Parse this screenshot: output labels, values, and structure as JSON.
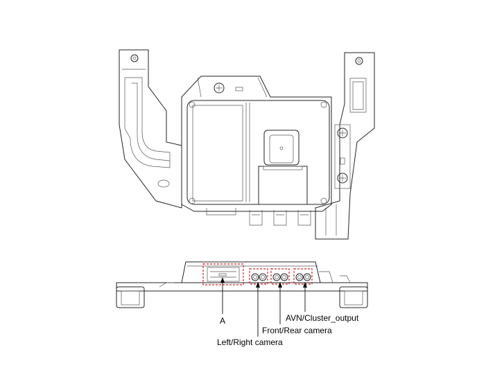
{
  "labels": {
    "connector_a": "A",
    "avn_cluster": "AVN/Cluster_output",
    "front_rear": "Front/Rear camera",
    "left_right": "Left/Right camera"
  }
}
